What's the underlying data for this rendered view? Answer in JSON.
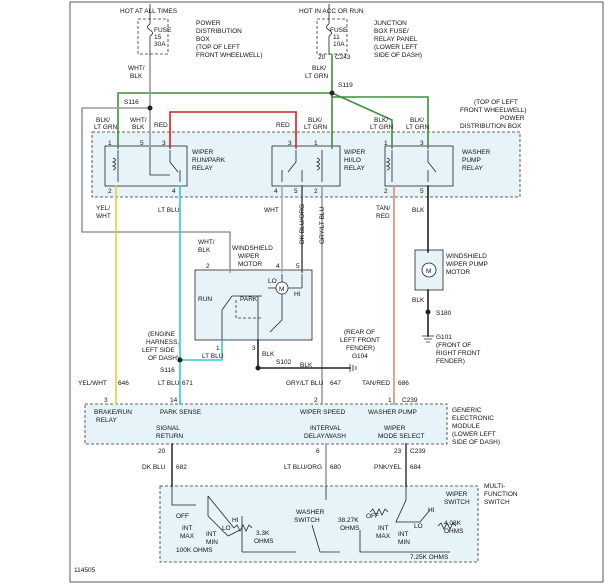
{
  "colors": {
    "wire_green": "#3d8f3d",
    "wire_red": "#d42020",
    "wire_yellow": "#e8d040",
    "wire_cyan": "#30c8d8",
    "wire_gray": "#9a9a9a",
    "wire_tan": "#d99070",
    "wire_black": "#222222",
    "box_fill": "#e6f3f8"
  },
  "power": {
    "hot_at_all_times": "HOT AT ALL TIMES",
    "hot_in_acc_or_run": "HOT IN ACC OR RUN",
    "fuse15_label": "FUSE",
    "fuse15_num": "15",
    "fuse15_amps": "30A",
    "fuse11_label": "FUSE",
    "fuse11_num": "11",
    "fuse11_amps": "10A",
    "pdb_l1": "POWER",
    "pdb_l2": "DISTRIBUTION",
    "pdb_l3": "BOX",
    "pdb_l4": "(TOP OF LEFT",
    "pdb_l5": "FRONT WHEELWELL)",
    "jb_l1": "JUNCTION",
    "jb_l2": "BOX FUSE/",
    "jb_l3": "RELAY PANEL",
    "jb_l4": "(LOWER LEFT",
    "jb_l5": "SIDE OF DASH)",
    "c243": "C243",
    "pin20": "20",
    "box_l1": "(TOP OF LEFT",
    "box_l2": "FRONT WHEELWELL)",
    "box_l3": "POWER",
    "box_l4": "DISTRIBUTION BOX"
  },
  "wires": {
    "wht_blk_1": "WHT/",
    "wht_blk_2": "BLK",
    "blk_ltgrn_1": "BLK/",
    "blk_ltgrn_2": "LT GRN",
    "s116_top": "S116",
    "s119": "S119",
    "r1_blk": "BLK/",
    "r1_ltgrn": "LT GRN",
    "r1_wht": "WHT/",
    "r1_blk2": "BLK",
    "r1_red": "RED",
    "r2_red": "RED",
    "r2_blk": "BLK/",
    "r2_ltgrn": "LT GRN",
    "r3_blk": "BLK/",
    "r3_ltgrn": "LT GRN",
    "r3_blk2": "BLK/",
    "r3_ltgrn2": "LT GRN",
    "yel_wht_1": "YEL/",
    "yel_wht_2": "WHT",
    "lt_blu": "LT BLU",
    "wht": "WHT",
    "dk_blu_org": "DK BLU/ORG",
    "gry_lt_blu": "GRY/LT BLU",
    "tan_red_1": "TAN/",
    "tan_red_2": "RED",
    "blk_r3": "BLK",
    "motor_wht_blk_1": "WHT/",
    "motor_wht_blk_2": "BLK",
    "lt_blu_motor": "LT BLU",
    "blk_motor": "BLK",
    "blk_pump": "BLK",
    "yel_wht_646": "YEL/WHT",
    "c646": "646",
    "lt_blu_671": "LT BLU",
    "c671": "671",
    "gry_lt_blu_647": "GRY/LT BLU",
    "c647": "647",
    "tan_red_686": "TAN/RED",
    "c686": "686",
    "dk_blu_682": "DK BLU",
    "c682": "682",
    "lt_blu_org_680": "LT BLU/ORG",
    "c680": "680",
    "pnk_yel_684": "PNK/YEL",
    "c684": "684"
  },
  "relays": {
    "run_park_1": "WIPER",
    "run_park_2": "RUN/PARK",
    "run_park_3": "RELAY",
    "hilo_1": "WIPER",
    "hilo_2": "HI/LO",
    "hilo_3": "RELAY",
    "washer_1": "WASHER",
    "washer_2": "PUMP",
    "washer_3": "RELAY",
    "p1": "1",
    "p5": "5",
    "p3": "3",
    "p2": "2",
    "p4": "4"
  },
  "motor": {
    "title_1": "WINDSHIELD",
    "title_2": "WIPER",
    "title_3": "MOTOR",
    "run": "RUN",
    "park": "PARK",
    "lo": "LO",
    "hi": "HI",
    "m": "M",
    "p2": "2",
    "p4": "4",
    "p5": "5",
    "p1": "1",
    "p3": "3"
  },
  "pump": {
    "title_1": "WINDSHIELD",
    "title_2": "WIPER PUMP",
    "title_3": "MOTOR",
    "m": "M"
  },
  "grounds": {
    "s116_mid": "S116",
    "s102": "S102",
    "g104": "G104",
    "g104_l1": "(REAR OF",
    "g104_l2": "LEFT FRONT",
    "g104_l3": "FENDER)",
    "s180": "S180",
    "g101": "G101",
    "g101_l1": "(FRONT OF",
    "g101_l2": "RIGHT FRONT",
    "g101_l3": "FENDER)",
    "harness_l1": "(ENGINE",
    "harness_l2": "HARNESS,",
    "harness_l3": "LEFT SIDE",
    "harness_l4": "OF DASH)"
  },
  "module": {
    "pin3": "3",
    "pin14": "14",
    "pin2": "2",
    "pin1": "1",
    "c239_top": "C239",
    "brake_1": "BRAKE/RUN",
    "brake_2": "RELAY",
    "park_sense": "PARK SENSE",
    "wiper_speed": "WIPER SPEED",
    "washer_pump": "WASHER PUMP",
    "signal_1": "SIGNAL",
    "signal_2": "RETURN",
    "interval_1": "INTERVAL",
    "interval_2": "DELAY/WASH",
    "mode_1": "WIPER",
    "mode_2": "MODE SELECT",
    "gem_1": "GENERIC",
    "gem_2": "ELECTRONIC",
    "gem_3": "MODULE",
    "gem_4": "(LOWER LEFT",
    "gem_5": "SIDE OF DASH)",
    "pin20": "20",
    "pin6": "6",
    "pin23": "23",
    "c239_bot": "C239"
  },
  "switch": {
    "mf_1": "MULTI-",
    "mf_2": "FUNCTION",
    "mf_3": "SWITCH",
    "ws_1": "WIPER",
    "ws_2": "SWITCH",
    "off_l": "OFF",
    "int_l": "INT",
    "max_l": "MAX",
    "int_l2": "INT",
    "min_l": "MIN",
    "lo_l": "LO",
    "hi_l": "HI",
    "ohm_100k": "100K OHMS",
    "ohm_33k_1": "3.3K",
    "ohm_33k_2": "OHMS",
    "washer_1": "WASHER",
    "washer_2": "SWITCH",
    "ohm_38k_1": "38.27K",
    "ohm_38k_2": "OHMS",
    "off_r": "OFF",
    "int_r": "INT",
    "max_r": "MAX",
    "int_r2": "INT",
    "min_r": "MIN",
    "lo_r": "LO",
    "hi_r": "HI",
    "ohm_408k_1": "4.08K",
    "ohm_408k_2": "OHMS",
    "ohm_725k": "7.25K OHMS"
  },
  "figure_id": "114505"
}
